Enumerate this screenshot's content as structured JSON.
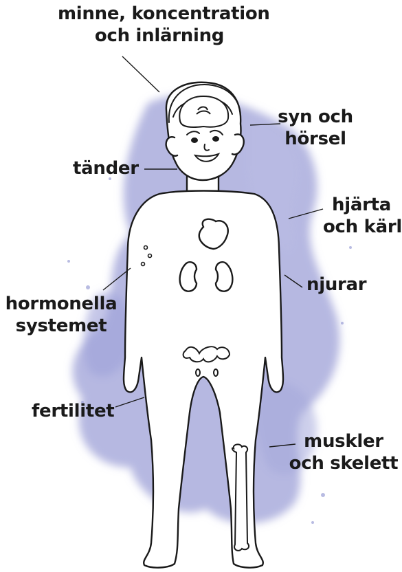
{
  "labels": {
    "brain": {
      "line1": "minne, koncentration",
      "line2": "och inlärning"
    },
    "senses": {
      "line1": "syn och",
      "line2": "hörsel"
    },
    "teeth": {
      "line1": "tänder"
    },
    "heart": {
      "line1": "hjärta",
      "line2": "och kärl"
    },
    "hormones": {
      "line1": "hormonella",
      "line2": "systemet"
    },
    "kidneys": {
      "line1": "njurar"
    },
    "fertility": {
      "line1": "fertilitet"
    },
    "muscles": {
      "line1": "muskler",
      "line2": "och skelett"
    }
  },
  "colors": {
    "wash": "#9b9fd6",
    "ink": "#1a1a1a"
  },
  "icons": [
    "brain-icon",
    "heart-icon",
    "kidney-icon",
    "reproductive-organs-icon",
    "bone-icon"
  ]
}
